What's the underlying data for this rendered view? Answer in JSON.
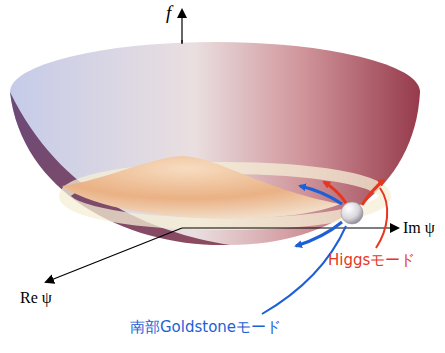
{
  "diagram": {
    "labels": [
      "f",
      "Im ψ",
      "Re ψ",
      "Higgsモード",
      "南部Goldstoneモード"
    ]
  }
}
